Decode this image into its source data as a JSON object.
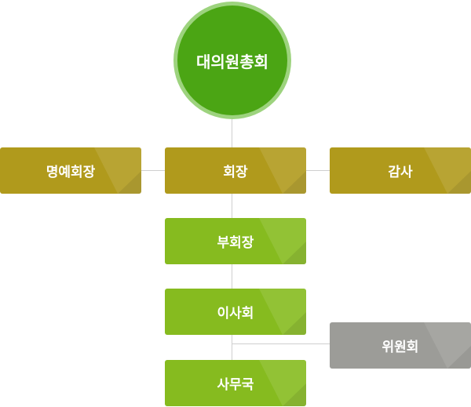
{
  "general_assembly": "대의원총회",
  "honorary_chairman": "명예회장",
  "chairman": "회장",
  "auditor": "감사",
  "vice_chairman": "부회장",
  "board": "이사회",
  "committee": "위원회",
  "secretariat": "사무국"
}
